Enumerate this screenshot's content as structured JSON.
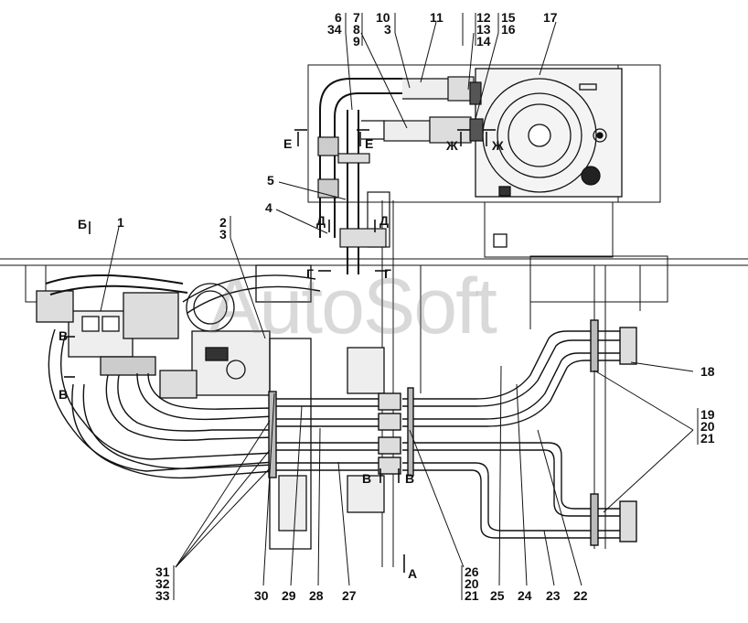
{
  "watermark": "AutoSoft",
  "labels_top": {
    "l6": "6",
    "l34": "34",
    "l7": "7",
    "l8": "8",
    "l9": "9",
    "l10": "10",
    "l3a": "3",
    "l11": "11",
    "l12": "12",
    "l13": "13",
    "l14": "14",
    "l15": "15",
    "l16": "16",
    "l17": "17"
  },
  "labels_left": {
    "l5": "5",
    "l4": "4",
    "l1": "1",
    "l2": "2",
    "l3b": "3"
  },
  "labels_right": {
    "l18": "18",
    "l19": "19",
    "l20a": "20",
    "l21a": "21"
  },
  "labels_bottom": {
    "l31": "31",
    "l32": "32",
    "l33": "33",
    "l30": "30",
    "l29": "29",
    "l28": "28",
    "l27": "27",
    "l26": "26",
    "l20b": "20",
    "l21b": "21",
    "l25": "25",
    "l24": "24",
    "l23": "23",
    "l22": "22"
  },
  "section_marks": {
    "e_left": "Е",
    "e_right": "Е",
    "zh_left": "Ж",
    "zh_right": "Ж",
    "d_left": "Д",
    "d_right": "Д",
    "g_left": "Г",
    "g_right": "Г",
    "b_view": "Б",
    "v_left_top": "В",
    "v_left_bot": "В",
    "v_mid_left": "В",
    "v_mid_right": "В",
    "a_view": "А"
  }
}
